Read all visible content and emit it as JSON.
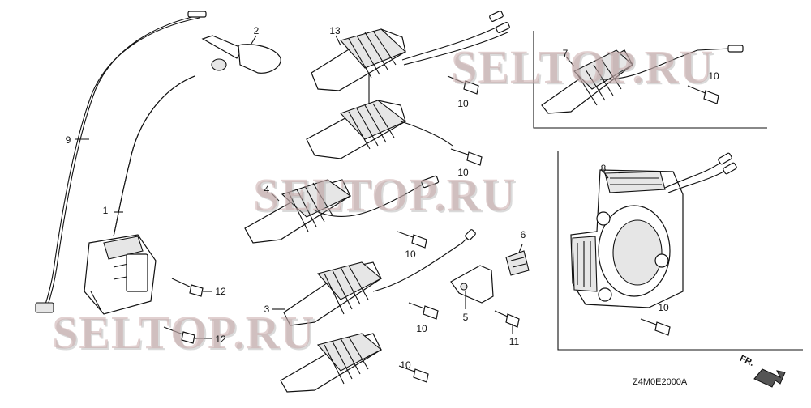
{
  "watermark": {
    "text": "SELTOP.RU"
  },
  "diagram_code": "Z4M0E2000A",
  "direction_marker": "FR.",
  "callouts": {
    "p1": "1",
    "p2": "2",
    "p3": "3",
    "p4": "4",
    "p5": "5",
    "p6": "6",
    "p7": "7",
    "p8": "8",
    "p9": "9",
    "p10a": "10",
    "p10b": "10",
    "p10c": "10",
    "p10d": "10",
    "p10e": "10",
    "p10f": "10",
    "p10g": "10",
    "p11": "11",
    "p12a": "12",
    "p12b": "12",
    "p13": "13"
  }
}
